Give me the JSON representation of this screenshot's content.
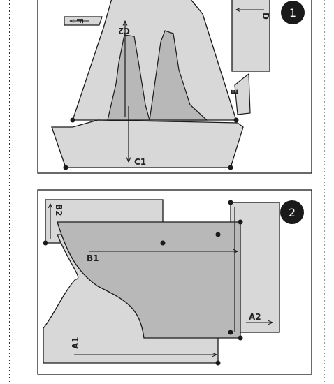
{
  "panels": [
    {
      "step": "1",
      "labels": {
        "c1": "C1",
        "c2": "C2",
        "d": "D",
        "e": "E",
        "f": "F"
      }
    },
    {
      "step": "2",
      "labels": {
        "a1": "A1",
        "a2": "A2",
        "b1": "B1",
        "b2": "B2"
      }
    }
  ],
  "colors": {
    "piece_fill": "#d8d8d8",
    "piece_dark": "#b8b8b8",
    "stroke": "#1a1a1a",
    "badge": "#1a1a1a"
  }
}
